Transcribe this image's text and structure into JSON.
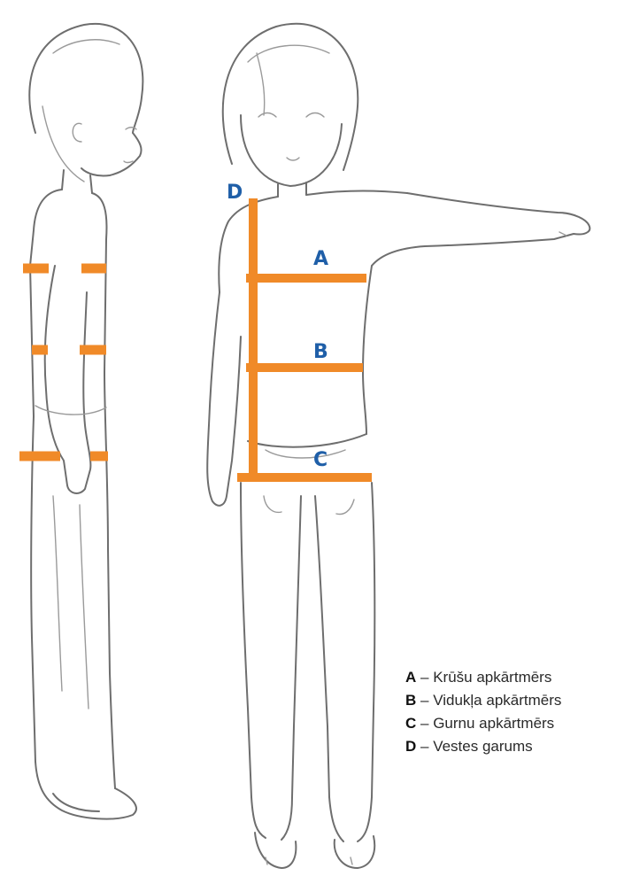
{
  "colors": {
    "measure_line": "#f08a28",
    "letter_label": "#1f5fa8",
    "sketch": "#6e6e6e"
  },
  "measurements": [
    {
      "letter": "A",
      "description": "Krūšu apkārtmērs"
    },
    {
      "letter": "B",
      "description": "Vidukļa apkārtmērs"
    },
    {
      "letter": "C",
      "description": "Gurnu apkārtmērs"
    },
    {
      "letter": "D",
      "description": "Vestes garums"
    }
  ],
  "legend": {
    "separator": " – ",
    "items": [
      {
        "letter": "A",
        "text": "Krūšu apkārtmērs"
      },
      {
        "letter": "B",
        "text": "Vidukļa apkārtmērs"
      },
      {
        "letter": "C",
        "text": "Gurnu apkārtmērs"
      },
      {
        "letter": "D",
        "text": "Vestes garums"
      }
    ]
  }
}
